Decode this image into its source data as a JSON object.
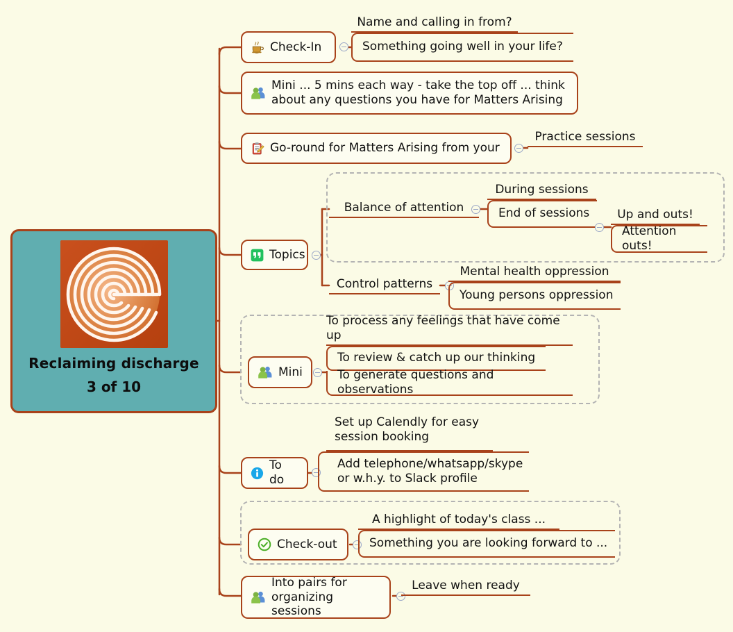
{
  "meta": {
    "background_color": "#fbfbe6",
    "branch_color": "#a8421a",
    "central_fill": "#60aeb0",
    "boundary_color": "#b3b3b3",
    "toggle_color": "#9aa7c7"
  },
  "central": {
    "title": "Reclaiming discharge",
    "subtitle": "3 of 10",
    "icon": "labyrinth-image"
  },
  "branches": [
    {
      "id": "check-in",
      "icon": "coffee-cup-icon",
      "label": "Check-In",
      "children": [
        {
          "label": "Name and calling in from?"
        },
        {
          "label": "Something going well in your life?"
        }
      ]
    },
    {
      "id": "mini-5-mins",
      "icon": "people-icon",
      "label": "Mini ... 5 mins each way - take the top off ... think\nabout any questions you have for Matters Arising",
      "children": []
    },
    {
      "id": "go-round",
      "icon": "memo-pencil-icon",
      "label": "Go-round for Matters Arising from your",
      "children": [
        {
          "label": "Practice sessions"
        }
      ]
    },
    {
      "id": "topics",
      "icon": "quote-icon",
      "label": "Topics",
      "children": [
        {
          "label": "Balance of attention",
          "children": [
            {
              "label": "During sessions"
            },
            {
              "label": "End of sessions",
              "children": [
                {
                  "label": "Up and outs!"
                },
                {
                  "label": "Attention outs!"
                }
              ]
            }
          ]
        },
        {
          "label": "Control patterns",
          "children": [
            {
              "label": "Mental health oppression"
            },
            {
              "label": "Young persons oppression"
            }
          ]
        }
      ]
    },
    {
      "id": "mini",
      "icon": "people-icon",
      "label": "Mini",
      "children": [
        {
          "label": "To process any feelings that have come up"
        },
        {
          "label": "To review & catch up our thinking"
        },
        {
          "label": "To generate questions and observations"
        }
      ]
    },
    {
      "id": "to-do",
      "icon": "info-icon",
      "label": "To do",
      "children": [
        {
          "label": "Set up Calendly for easy\nsession booking"
        },
        {
          "label": "Add telephone/whatsapp/skype\nor w.h.y. to Slack profile"
        }
      ]
    },
    {
      "id": "check-out",
      "icon": "check-circle-icon",
      "label": "Check-out",
      "children": [
        {
          "label": "A highlight of today's class ..."
        },
        {
          "label": "Something you are looking forward to ..."
        }
      ]
    },
    {
      "id": "into-pairs",
      "icon": "people-icon",
      "label": "Into pairs for\norganizing sessions",
      "children": [
        {
          "label": "Leave when ready"
        }
      ]
    }
  ],
  "nodes": {
    "check_in": "Check-In",
    "check_in_c1": "Name and calling in from?",
    "check_in_c2": "Something going well in your life?",
    "mini_long": "Mini ... 5 mins each way - take the top off ... think\nabout any questions you have for Matters Arising",
    "go_round": "Go-round for Matters Arising from your",
    "go_round_c1": "Practice sessions",
    "topics": "Topics",
    "balance": "Balance of attention",
    "during_sessions": "During sessions",
    "end_of_sessions": "End of sessions",
    "up_and_outs": "Up and outs!",
    "attention_outs": "Attention outs!",
    "control_patterns": "Control patterns",
    "mental_health": "Mental health oppression",
    "young_persons": "Young persons oppression",
    "mini": "Mini",
    "mini_c1": "To process any feelings that have come up",
    "mini_c2": "To review & catch up our thinking",
    "mini_c3": "To generate questions and observations",
    "to_do": "To do",
    "to_do_c1": "Set up Calendly for easy\nsession booking",
    "to_do_c2": "Add telephone/whatsapp/skype\nor w.h.y. to Slack profile",
    "check_out": "Check-out",
    "check_out_c1": "A highlight of today's class ...",
    "check_out_c2": "Something you are looking forward to ...",
    "into_pairs": "Into pairs for\norganizing sessions",
    "into_pairs_c1": "Leave when ready"
  }
}
